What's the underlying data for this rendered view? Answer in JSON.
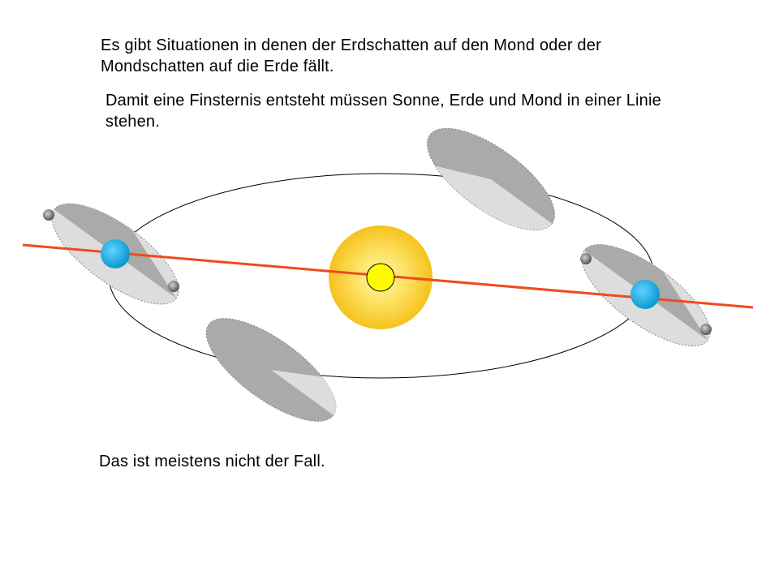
{
  "slide": {
    "text_1": "Es gibt Situationen in denen der Erdschatten auf den Mond oder der Mondschatten auf die Erde fällt.",
    "text_2": "Damit eine Finsternis entsteht müssen Sonne, Erde und Mond in einer Linie stehen.",
    "text_3": "Das ist meistens nicht der Fall."
  },
  "colors": {
    "sun_outer": "#f6c21c",
    "sun_inner": "#fffa00",
    "earth": "#1ab0e8",
    "alignment_line": "#f04a1e",
    "orbit": "#000000",
    "moon_orbit_dark": "#aaaaaa",
    "moon_orbit_light": "#dddddd",
    "moon": "#8c8c8c"
  }
}
